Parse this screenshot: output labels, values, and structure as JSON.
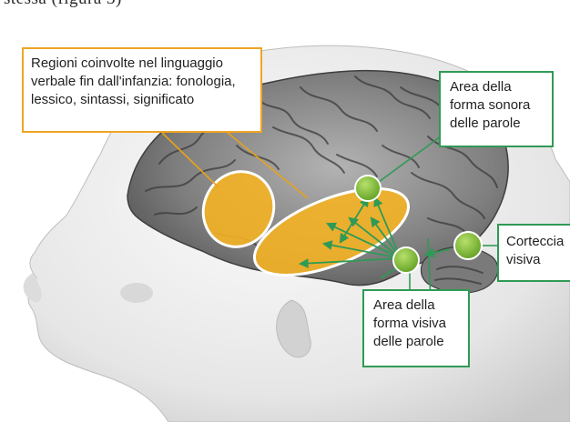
{
  "header_fragment": "stessa (figura 3)",
  "colors": {
    "orange_region": "#f4b324",
    "orange_border": "#f0a524",
    "green_node": "#86c23f",
    "green_border": "#2f9a55",
    "head": "#ececec",
    "brain": "#8d8d8d"
  },
  "callouts": {
    "language_regions": {
      "lines": [
        "Regioni coinvolte nel linguaggio",
        "verbale fin dall'infanzia: fonologia,",
        "lessico, sintassi, significato"
      ]
    },
    "auditory_word_form": {
      "lines": [
        "Area della",
        "forma sonora",
        "delle parole"
      ]
    },
    "visual_cortex": {
      "lines": [
        "Corteccia",
        "visiva"
      ]
    },
    "visual_word_form": {
      "lines": [
        "Area della",
        "forma visiva",
        "delle parole"
      ]
    }
  }
}
